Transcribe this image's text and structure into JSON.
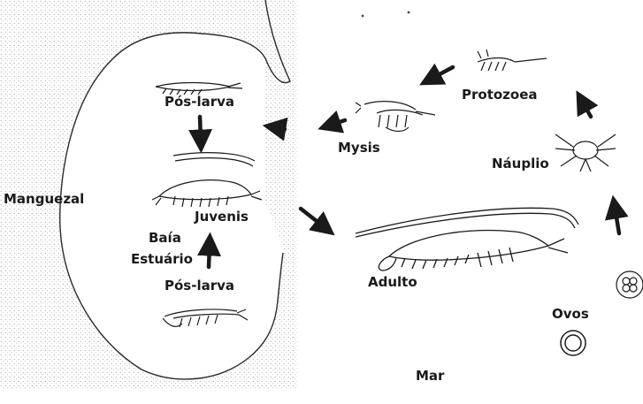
{
  "diagram": {
    "labels": {
      "manguezal": "Manguezal",
      "pos_larva_top": "Pós-larva",
      "juvenis": "Juvenis",
      "baia": "Baía",
      "estuario": "Estuário",
      "pos_larva_bottom": "Pós-larva",
      "mysis": "Mysis",
      "protozoea": "Protozoea",
      "nauplio": "Náuplio",
      "adulto": "Adulto",
      "ovos": "Ovos",
      "mar": "Mar"
    },
    "icons": [
      "stippled-coastline",
      "shrimp-postlarva-icon",
      "shrimp-juvenile-icon",
      "shrimp-adult-icon",
      "mysis-larva-icon",
      "protozoea-larva-icon",
      "nauplius-larva-icon",
      "egg-cluster-icon",
      "single-egg-icon",
      "cycle-arrow-icon"
    ],
    "colors": {
      "ink": "#1a1a1a",
      "shore": "#555555",
      "background": "#ffffff"
    }
  }
}
